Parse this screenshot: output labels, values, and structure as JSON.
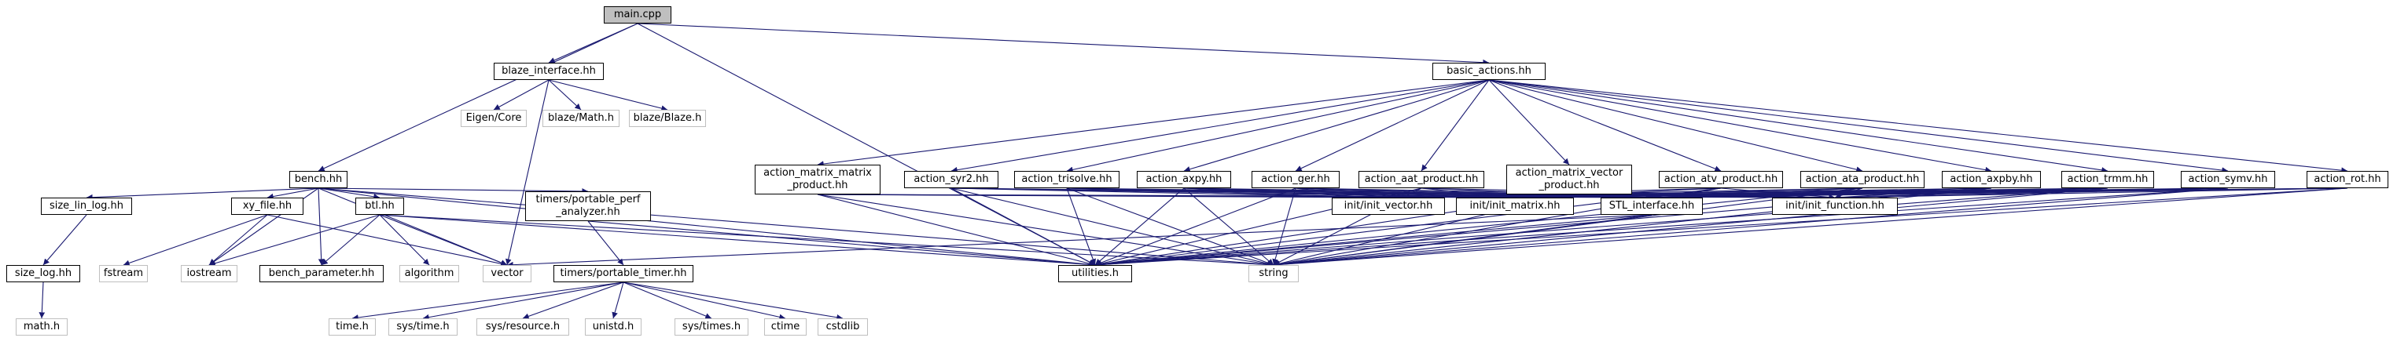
{
  "graph": {
    "title": "main.cpp",
    "nodes": {
      "main": "main.cpp",
      "blaze_iface": "blaze_interface.hh",
      "basic_actions": "basic_actions.hh",
      "bench": "bench.hh",
      "eigen_core": "Eigen/Core",
      "blaze_math": "blaze/Math.h",
      "blaze_blaze": "blaze/Blaze.h",
      "act_mm": "action_matrix_matrix\n_product.hh",
      "act_syr2": "action_syr2.hh",
      "act_trisolve": "action_trisolve.hh",
      "act_axpy": "action_axpy.hh",
      "act_ger": "action_ger.hh",
      "act_aat": "action_aat_product.hh",
      "act_mv": "action_matrix_vector\n_product.hh",
      "act_atv": "action_atv_product.hh",
      "act_ata": "action_ata_product.hh",
      "act_axpby": "action_axpby.hh",
      "act_trmm": "action_trmm.hh",
      "act_symv": "action_symv.hh",
      "act_rot": "action_rot.hh",
      "size_lin_log": "size_lin_log.hh",
      "xy_file": "xy_file.hh",
      "btl": "btl.hh",
      "portable_perf": "timers/portable_perf\n_analyzer.hh",
      "init_vector": "init/init_vector.hh",
      "init_matrix": "init/init_matrix.hh",
      "stl_iface": "STL_interface.hh",
      "init_function": "init/init_function.hh",
      "size_log": "size_log.hh",
      "fstream": "fstream",
      "iostream": "iostream",
      "bench_param": "bench_parameter.hh",
      "algorithm": "algorithm",
      "vector": "vector",
      "portable_timer": "timers/portable_timer.hh",
      "utilities": "utilities.h",
      "string": "string",
      "math": "math.h",
      "time": "time.h",
      "sys_time": "sys/time.h",
      "sys_resource": "sys/resource.h",
      "unistd": "unistd.h",
      "sys_times": "sys/times.h",
      "ctime": "ctime",
      "cstdlib": "cstdlib"
    }
  }
}
